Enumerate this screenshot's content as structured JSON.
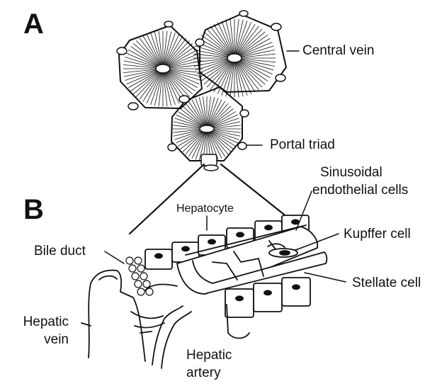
{
  "panels": {
    "a": "A",
    "b": "B"
  },
  "labels": {
    "central_vein": "Central vein",
    "portal_triad": "Portal triad",
    "sinusoidal_line1": "Sinusoidal",
    "sinusoidal_line2": "endothelial cells",
    "hepatocyte": "Hepatocyte",
    "kupffer": "Kupffer cell",
    "bile_duct": "Bile duct",
    "stellate": "Stellate cell",
    "hepatic_vein_line1": "Hepatic",
    "hepatic_vein_line2": "vein",
    "hepatic_artery_line1": "Hepatic",
    "hepatic_artery_line2": "artery"
  },
  "colors": {
    "ink": "#111111",
    "background": "#ffffff"
  }
}
